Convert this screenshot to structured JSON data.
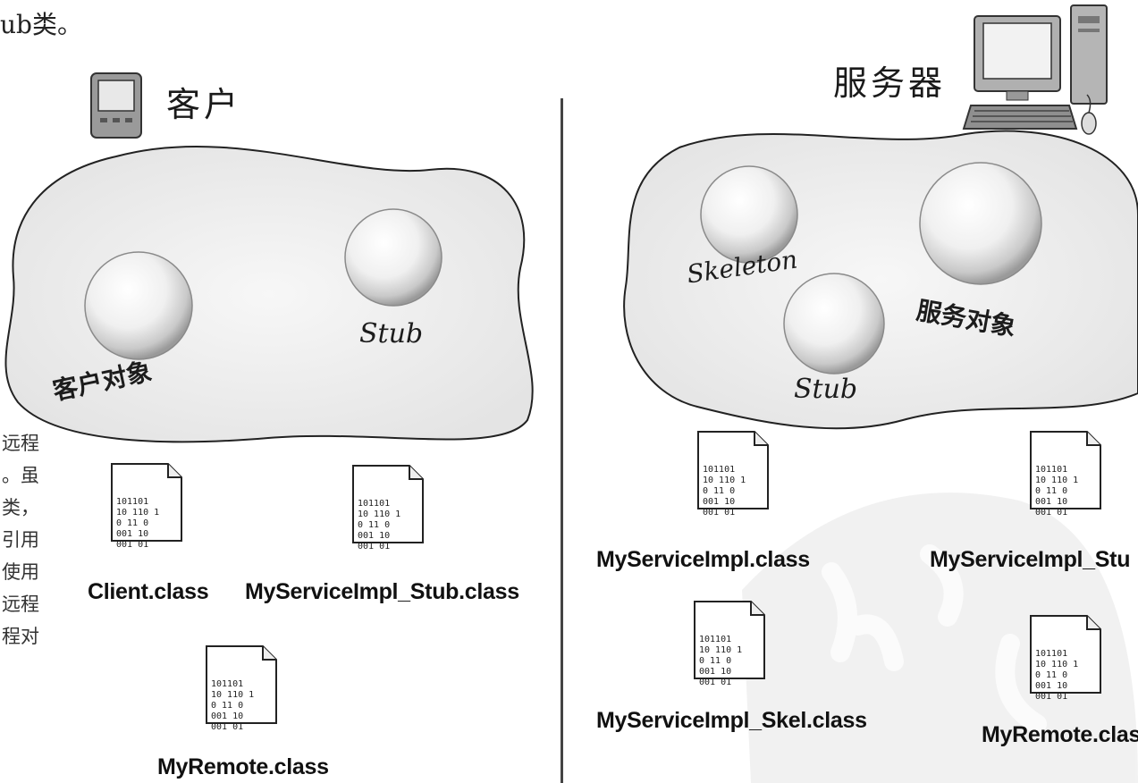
{
  "top_text": "ub类。",
  "client": {
    "title": "客户",
    "client_object": "客户对象",
    "stub": "Stub",
    "note_lines": [
      "远程",
      "。虽",
      "类，",
      "引用",
      "使用",
      "远程",
      "程对"
    ],
    "files": [
      {
        "name": "Client.class",
        "bits": [
          "101101",
          "10 110 1",
          "0 11 0",
          "001 10",
          "001 01"
        ]
      },
      {
        "name": "MyServiceImpl_Stub.class",
        "bits": [
          "101101",
          "10 110 1",
          "0 11 0",
          "001 10",
          "001 01"
        ]
      },
      {
        "name": "MyRemote.class",
        "bits": [
          "101101",
          "10 110 1",
          "0 11 0",
          "001 10",
          "001 01"
        ]
      }
    ]
  },
  "server": {
    "title": "服务器",
    "skeleton": "Skeleton",
    "stub": "Stub",
    "service_object": "服务对象",
    "files": [
      {
        "name": "MyServiceImpl.class",
        "bits": [
          "101101",
          "10 110 1",
          "0 11 0",
          "001 10",
          "001 01"
        ]
      },
      {
        "name": "MyServiceImpl_Stu",
        "bits": [
          "101101",
          "10 110 1",
          "0 11 0",
          "001 10",
          "001 01"
        ]
      },
      {
        "name": "MyServiceImpl_Skel.class",
        "bits": [
          "101101",
          "10 110 1",
          "0 11 0",
          "001 10",
          "001 01"
        ]
      },
      {
        "name": "MyRemote.clas",
        "bits": [
          "101101",
          "10 110 1",
          "0 11 0",
          "001 10",
          "001 01"
        ]
      }
    ]
  }
}
